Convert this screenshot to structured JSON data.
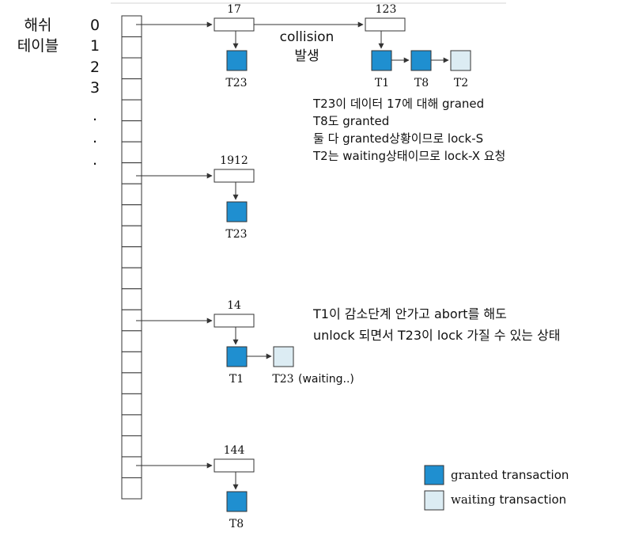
{
  "hash_table": {
    "label_line1": "해쉬",
    "label_line2": "테이블",
    "indices": [
      "0",
      "1",
      "2",
      "3",
      ".",
      ".",
      "."
    ]
  },
  "buckets": [
    {
      "key": "17",
      "transactions": [
        {
          "name": "T23",
          "status": "granted"
        }
      ]
    },
    {
      "key": "123",
      "transactions": [
        {
          "name": "T1",
          "status": "granted"
        },
        {
          "name": "T8",
          "status": "granted"
        },
        {
          "name": "T2",
          "status": "waiting"
        }
      ]
    },
    {
      "key": "1912",
      "transactions": [
        {
          "name": "T23",
          "status": "granted"
        }
      ]
    },
    {
      "key": "14",
      "transactions": [
        {
          "name": "T1",
          "status": "granted"
        },
        {
          "name": "T23",
          "status": "waiting"
        }
      ]
    },
    {
      "key": "144",
      "transactions": [
        {
          "name": "T8",
          "status": "granted"
        }
      ]
    }
  ],
  "collision": {
    "line1": "collision",
    "line2": "발생"
  },
  "notes": {
    "note1": [
      "T23이 데이터 17에 대해 graned",
      "T8도 granted",
      "둘 다 granted상황이므로 lock-S",
      "T2는 waiting상태이므로 lock-X 요청"
    ],
    "note2": [
      "T1이 감소단계 안가고 abort를 해도",
      "unlock 되면서 T23이 lock 가질 수 있는 상태"
    ],
    "waiting_suffix": "(waiting..)"
  },
  "legend": {
    "granted_word": "granted",
    "granted_rest": " transaction",
    "waiting_word": "waiting",
    "waiting_rest": " transaction"
  },
  "colors": {
    "granted": "#1f8fd0",
    "waiting": "#dcecf3",
    "line": "#333333"
  }
}
